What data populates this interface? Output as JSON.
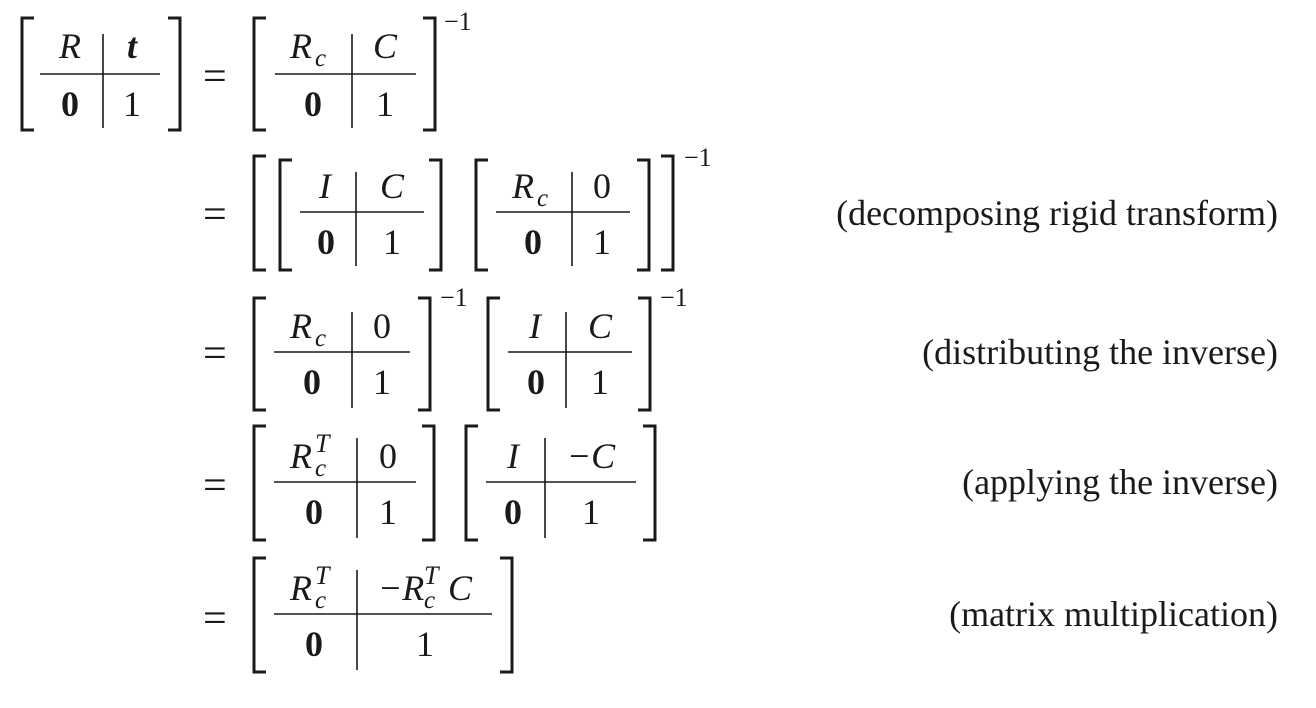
{
  "symbols": {
    "R": "R",
    "t": "t",
    "zero_bold": "0",
    "one": "1",
    "zero": "0",
    "Rc_main": "R",
    "c_sub": "c",
    "T_sup": "T",
    "C": "C",
    "I": "I",
    "minus_C": "−C",
    "minus_Rc": "−R",
    "inverse": "−1",
    "equals": "="
  },
  "annotations": {
    "line2": "(decomposing rigid transform)",
    "line3": "(distributing the inverse)",
    "line4": "(applying the inverse)",
    "line5": "(matrix multiplication)"
  }
}
